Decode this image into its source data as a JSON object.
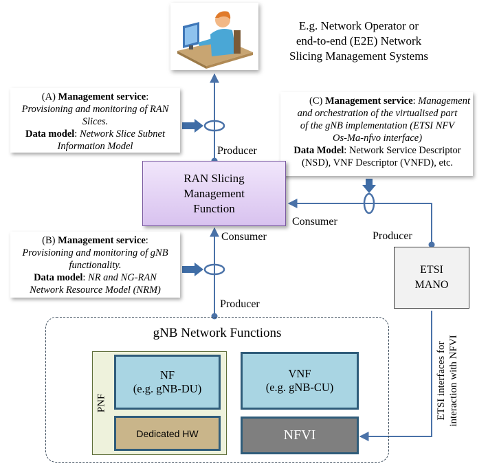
{
  "external_system": {
    "line1": "E.g. Network Operator or",
    "line2": "end-to-end (E2E) Network",
    "line3": "Slicing Management Systems"
  },
  "callout_a": {
    "prefix": "(A)",
    "service_heading": "Management service",
    "service_line1": "Provisioning and monitoring of RAN",
    "service_line2": "Slices.",
    "model_heading": "Data model",
    "model_line1": "Network Slice Subnet",
    "model_line2": "Information Model"
  },
  "callout_b": {
    "prefix": "(B)",
    "service_heading": "Management service",
    "service_line1": "Provisioning and monitoring of gNB",
    "service_line2": "functionality.",
    "model_heading": "Data model",
    "model_line1": "NR and NG-RAN",
    "model_line2": "Network Resource Model (NRM)"
  },
  "callout_c": {
    "prefix": "(C)",
    "service_heading": "Management service",
    "service_line1": "Management",
    "service_line2": "and orchestration of the virtualised part",
    "service_line3": "of the gNB implementation (ETSI NFV",
    "service_line4": "Os-Ma-nfvo interface)",
    "model_heading": "Data Model",
    "model_line1": "Network Service Descriptor",
    "model_line2": "(NSD), VNF Descriptor (VNFD), etc."
  },
  "ran_function": {
    "line1": "RAN Slicing",
    "line2": "Management",
    "line3": "Function"
  },
  "etsi_mano": {
    "line1": "ETSI",
    "line2": "MANO"
  },
  "labels": {
    "producer_top": "Producer",
    "consumer_right": "Consumer",
    "producer_mano": "Producer",
    "consumer_below": "Consumer",
    "producer_gnb": "Producer"
  },
  "gnb": {
    "title": "gNB Network Functions",
    "pnf_label": "PNF",
    "nf_line1": "NF",
    "nf_line2": "(e.g. gNB-DU)",
    "hw_label": "Dedicated HW",
    "vnf_line1": "VNF",
    "vnf_line2": "(e.g. gNB-CU)",
    "nfvi_label": "NFVI"
  },
  "etsi_interfaces": {
    "line1": "ETSI interfaces for",
    "line2": "interaction with NFVI"
  },
  "icons": {
    "operator": "operator-at-computer-icon"
  },
  "colors": {
    "connector": "#4a72a8",
    "ran_fill": "#d8c2ef",
    "nf_fill": "#a9d5e3",
    "hw_fill": "#c9b58a",
    "nfvi_fill": "#7f7f7f",
    "pnf_fill": "#eef2dc"
  }
}
